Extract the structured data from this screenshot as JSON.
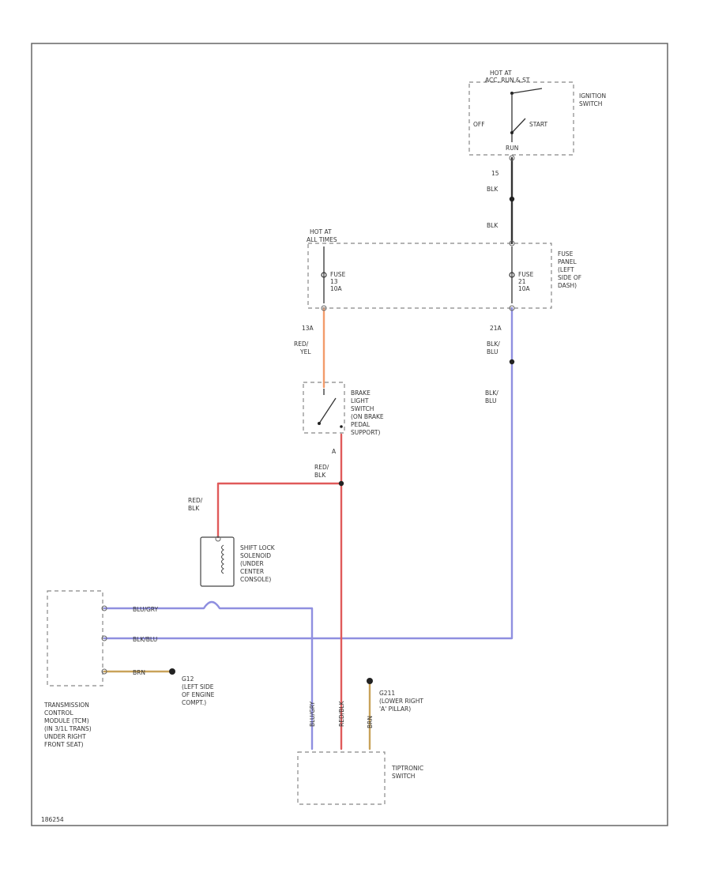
{
  "diagram": {
    "colors": {
      "blk": "#333333",
      "red_yel": "#f39c6b",
      "red_blk": "#e05a5a",
      "blk_blu": "#8f8fe0",
      "blu_gry": "#8f8fe0",
      "brn": "#c9a35a",
      "border": "#666666",
      "dashed": "#888888"
    },
    "ignition_switch": {
      "hot_at": "HOT AT",
      "hot_in": "ACC, RUN & ST",
      "label": [
        "IGNITION",
        "SWITCH"
      ],
      "off": "OFF",
      "start": "START",
      "run": "RUN"
    },
    "fuse_panel": {
      "hot_at": "HOT AT",
      "hot_in": "ALL TIMES",
      "label": [
        "FUSE",
        "PANEL",
        "(LEFT",
        "SIDE OF",
        "DASH)"
      ],
      "fuse_left": [
        "FUSE",
        "13",
        "10A"
      ],
      "fuse_right": [
        "FUSE",
        "21",
        "10A"
      ]
    },
    "brake_switch": {
      "label": [
        "BRAKE",
        "LIGHT",
        "SWITCH",
        "(ON BRAKE",
        "PEDAL",
        "SUPPORT)"
      ]
    },
    "shift_lock": {
      "label": [
        "SHIFT LOCK",
        "SOLENOID",
        "(UNDER",
        "CENTER",
        "CONSOLE)"
      ]
    },
    "tcm": {
      "label": [
        "TRANSMISSION",
        "CONTROL",
        "MODULE (TCM)",
        "(IN 3/1L TRANS)",
        "UNDER RIGHT",
        "FRONT SEAT)"
      ]
    },
    "tiptronic": {
      "label": [
        "TIPTRONIC",
        "SWITCH"
      ]
    },
    "grounds": {
      "g12": [
        "G12",
        "(LEFT SIDE",
        "OF ENGINE",
        "COMPT.)"
      ],
      "g211": [
        "G211",
        "(LOWER RIGHT",
        "'A' PILLAR)"
      ]
    },
    "wire_labels": {
      "w15": "15",
      "blk_top": "BLK",
      "blk_mid": "BLK",
      "w13a": "13A",
      "red_yel": [
        "RED/",
        "YEL"
      ],
      "w21a": "21A",
      "blk_blu_upper": [
        "BLK/",
        "BLU"
      ],
      "blk_blu_lower": [
        "BLK/",
        "BLU"
      ],
      "pin_a": "A",
      "red_blk_right": [
        "RED/",
        "BLK"
      ],
      "red_blk_left": [
        "RED/",
        "BLK"
      ],
      "blu_gry": "BLU/GRY",
      "blk_blu_h": "BLK/BLU",
      "brn": "BRN",
      "v_blugry": "BLU/GRY",
      "v_redblk": "RED/BLK",
      "v_brn": "BRN"
    },
    "footer_code": "186254"
  }
}
